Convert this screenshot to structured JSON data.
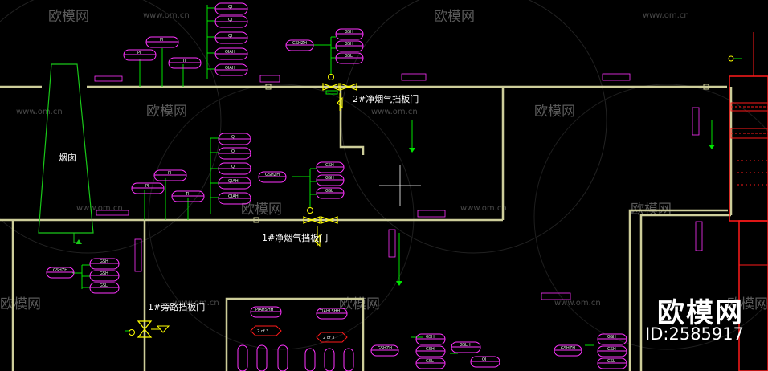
{
  "labels": {
    "chimney": "烟囱",
    "damper_2": "2#净烟气挡板门",
    "damper_1": "1#净烟气挡板门",
    "bypass_1": "1#旁路挡板门"
  },
  "instrument_tags": {
    "pi": "PI",
    "ti": "TI",
    "qi": "QI",
    "qiah": "QIAH",
    "gsh": "GSH",
    "gsl": "GSL",
    "gshzh": "GSHZH",
    "ti_ah_sh": "TIAHLSHH",
    "pi_ah_sh": "PIAHSHH",
    "gslh": "GSLH"
  },
  "interlocks": {
    "two_of_three_a": "2 of 3",
    "two_of_three_b": "2 of 3"
  },
  "watermark": {
    "brand": "欧模网",
    "url": "www.om.cn"
  },
  "brand": {
    "title": "欧模网",
    "id": "ID:2585917"
  },
  "colors": {
    "pipe": "#cdcd9a",
    "tag_border": "#ff33ff",
    "signal": "#00e400",
    "valve": "#ffff00",
    "equipment_red": "#ff1a1a",
    "chimney_outline": "#19c819"
  }
}
